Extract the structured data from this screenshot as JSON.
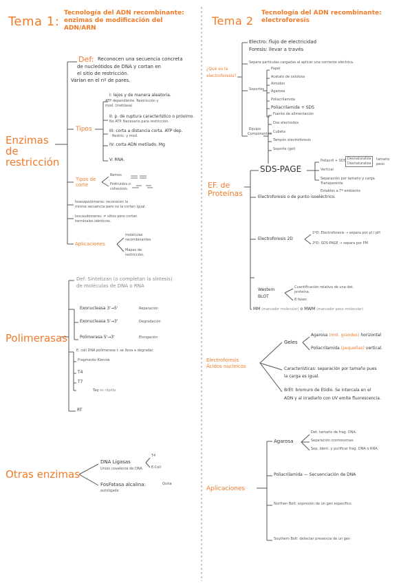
{
  "colors": {
    "accent": "#f07a28",
    "ink": "#333333",
    "line": "#555555"
  },
  "tema1": {
    "label": "Tema 1:",
    "title": "Tecnología del ADN recombinante: enzimas de modificación del ADN/ARN"
  },
  "tema2": {
    "label": "Tema 2",
    "title": "Tecnología del ADN recombinante: electroforesis"
  },
  "enzimas": {
    "title": "Enzimas de restricción",
    "def_label": "Def:",
    "def_lines": [
      "Reconocen una secuencia concreta",
      "de nucleótidos de DNA y cortan en",
      "el sitio de restricción.",
      "Varían en el nº de pares."
    ],
    "tipos_label": "Tipos",
    "tipo1": [
      "I: lejos y de manera aleatoria.",
      "ATP dependiente. Restricción y",
      "mod. (metilasa)"
    ],
    "tipo2": [
      "II: p. de ruptura característico o próximo.",
      "No ATP. Necesario para restricción."
    ],
    "tipo3": [
      "III: corta a distancia corta. ATP dep.",
      "Restric. y mod."
    ],
    "tipo4": "IV: corta ADN metilado. Mg",
    "tipo5": "V: RNA.",
    "corte_label": "Tipos de corte",
    "corte_romo": "Romos",
    "corte_protu": [
      "Protruidos o",
      "cohesivos."
    ],
    "iso1": [
      "Isoesquizómeros: reconocen la",
      "misma secuencia pero no la cortan igual."
    ],
    "iso2": [
      "Isocaudómeros: ≠ sitios pero cortan",
      "terminales idénticos."
    ],
    "apl_label": "Aplicaciones",
    "apl1": [
      "moléculas",
      "recombinantes"
    ],
    "apl2": [
      "Mapas de",
      "restricción."
    ]
  },
  "polimerasas": {
    "title": "Polimerasas",
    "def": [
      "Def: Sintetizan (o completan la síntesis)",
      "de moléculas de DNA o RNA"
    ],
    "items": [
      {
        "a": "Exonucleasa 3'→5'",
        "b": "Reparación"
      },
      {
        "a": "Exonucleasa 5'→3'",
        "b": "Degradación"
      },
      {
        "a": "Polimerasa 5'→3'",
        "b": "Elongación"
      }
    ],
    "ecoli": "E. coli DNA polimerasa I: se lleva a degradar.",
    "klenow": "Fragmento Klenow",
    "t4": "T4",
    "t7": "T7",
    "taq": "Taq ",
    "taq_note": "es rápida",
    "rt": "RT"
  },
  "otras": {
    "title": "Otras enzimas",
    "ligasas": "DNA Ligasas",
    "ligasas_note": "Unión covalente de DNA",
    "t4": "T4",
    "ecoli": "E.Coli",
    "fosfa": "FosFatasa alcalina:",
    "fosfa_note": [
      "Quita",
      "autoligado"
    ]
  },
  "electro_def": {
    "title": [
      "¿Qué es la",
      "electroforesis?"
    ],
    "line1": "Electro: flujo de electricidad",
    "line2": "Foresis: llevar a través",
    "line3": "Separa partículas cargadas al aplicar una corriente eléctrica.",
    "soportes": "Soportes",
    "sop_items": [
      "Papel",
      "Acetato de celulosa",
      "Almidón",
      "Agarosa",
      "Poliacrilamida",
      "Poliacrilamida + SDS"
    ],
    "equipo": [
      "Equipo",
      "Componentes"
    ],
    "eq_items": [
      "Fuente de alimentación",
      "Dos electrodos",
      "Cubeta",
      "Tampón electroforesis",
      "Soporte (gel)"
    ]
  },
  "proteinas": {
    "title": [
      "EF. de",
      "Proteínas"
    ],
    "sds": "SDS-PAGE",
    "sds_l1": "Poliacril + SDS",
    "sds_b1": "Desnaturaliza",
    "sds_b2": "Desnaturaliza",
    "sds_right": [
      "tamaño",
      "peso"
    ],
    "vertical": "Vertical",
    "separacion": [
      "Separación por tamaño y carga",
      "Transparente"
    ],
    "estables": "Estables a Tª ambiente",
    "isoelec": "Electroforesis o de punto isoeléctrico.",
    "ef2d": "Electroforesis 2D",
    "ef2d_1": "1ºD: Electroforesis → separa por pI / pH",
    "ef2d_2": "2ºD: SDS-PAGE → separa por PM",
    "western": [
      "Western",
      "BLOT"
    ],
    "w1": [
      "Cuantificación relativa de una det.",
      "proteína."
    ],
    "w2": "8 fases",
    "mm": "MM",
    "mm_note": "(marcador molecular)",
    "mwm": " o MWM",
    "mwm_note": "(marcador peso molecular)"
  },
  "acidos": {
    "title": [
      "Electroforesis",
      "Ácidos nucleicos"
    ],
    "geles": "Geles",
    "agarosa": "Agarosa",
    "agarosa_note": "(mol. grandes)",
    "agarosa_r": "horizontal",
    "poli": "Poliacrilamida",
    "poli_note": "(pequeñas)",
    "poli_r": "vertical.",
    "carac": [
      "Características: separación por tamaño pues",
      "la carga es igual."
    ],
    "bret": [
      "BrEt: bromuro de Etidio. Se intercala en el",
      "ADN y al irradiarlo con UV emite fluorescencia."
    ]
  },
  "aplicaciones2": {
    "title": "Aplicaciones",
    "agarosa": "Agarosa",
    "ag1": "Det. tamaño de frag. DNA.",
    "ag2": "Separación cromosomas.",
    "ag3": "Sep, ident. y purificar frag. DNA o RNA.",
    "poli": "Poliacrilamida — Secuenciación de DNA",
    "northern": "Northen Bolt: expresión de un gen específico",
    "southern": "Southern Bolt: detectar presencia de un gen"
  }
}
